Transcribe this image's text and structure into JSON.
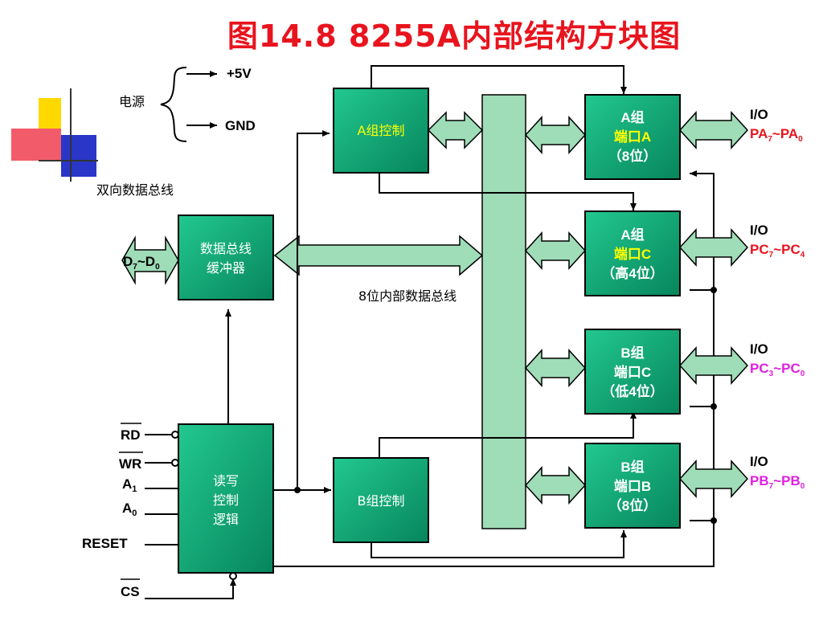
{
  "title": "图14.8  8255A内部结构方块图",
  "power": {
    "label": "电源",
    "plus": "+5V",
    "gnd": "GND"
  },
  "bidir_bus_label": "双向数据总线",
  "internal_bus_label": "8位内部数据总线",
  "data_pins": {
    "main": "D",
    "sub7": "7",
    "tilde": "~D",
    "sub0": "0"
  },
  "blocks": {
    "buffer": {
      "line1": "数据总线",
      "line2": "缓冲器"
    },
    "rw": {
      "line1": "读写",
      "line2": "控制",
      "line3": "逻辑"
    },
    "a_ctrl": "A组控制",
    "b_ctrl": "B组控制",
    "port_a": {
      "line1": "A组",
      "line2": "端口A",
      "line3": "（8位）"
    },
    "port_c_hi": {
      "line1": "A组",
      "line2": "端口C",
      "line3": "（高4位）"
    },
    "port_c_lo": {
      "line1": "B组",
      "line2": "端口C",
      "line3": "（低4位）"
    },
    "port_b": {
      "line1": "B组",
      "line2": "端口B",
      "line3": "（8位）"
    }
  },
  "control_pins": {
    "rd": "RD",
    "wr": "WR",
    "a1": "A",
    "a1_sub": "1",
    "a0": "A",
    "a0_sub": "0",
    "reset": "RESET",
    "cs": "CS"
  },
  "io": {
    "label": "I/O",
    "pa": {
      "a": "PA",
      "s1": "7",
      "m": "~PA",
      "s2": "0"
    },
    "pch": {
      "a": "PC",
      "s1": "7",
      "m": "~PC",
      "s2": "4"
    },
    "pcl": {
      "a": "PC",
      "s1": "3",
      "m": "~PC",
      "s2": "0"
    },
    "pb": {
      "a": "PB",
      "s1": "7",
      "m": "~PB",
      "s2": "0"
    }
  },
  "colors": {
    "box": "#10a070",
    "bus": "#9fdcb8",
    "title": "#e8141e",
    "port_a": "#e8141e",
    "port_b": "#e020e0"
  }
}
